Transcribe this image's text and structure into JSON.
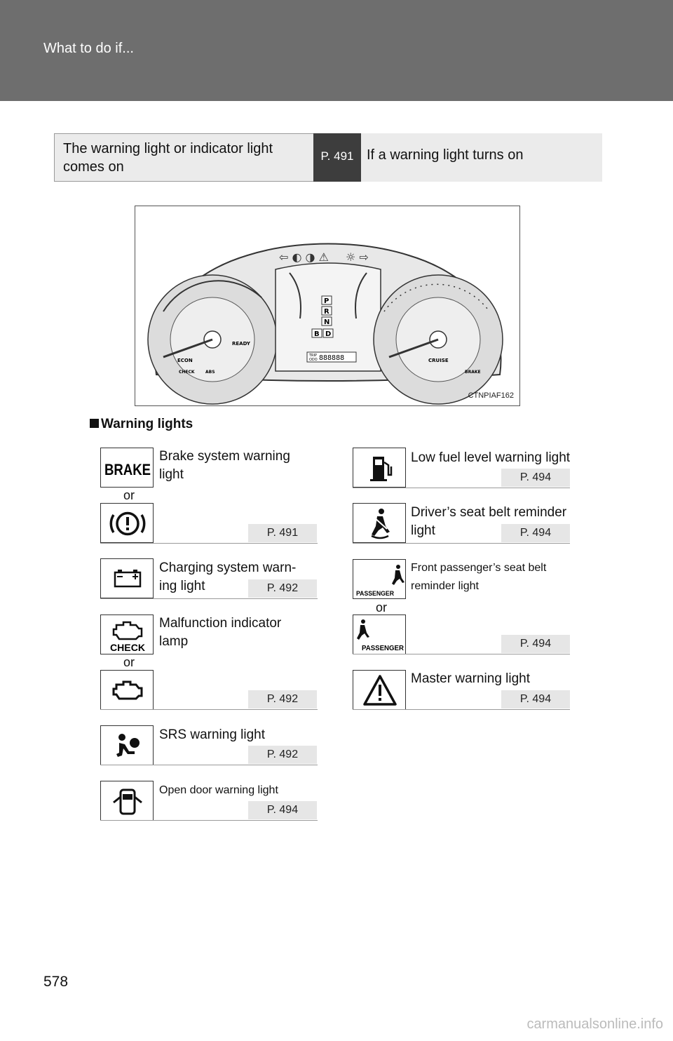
{
  "header": {
    "title": "What to do if..."
  },
  "nav": {
    "left_text": "The warning light or indicator light comes on",
    "page_ref": "P. 491",
    "right_text": "If a warning light turns on"
  },
  "figure": {
    "code": "CTNPIAF162",
    "gear_letters": [
      "P",
      "R",
      "N",
      "B",
      "D"
    ],
    "labels": [
      "ECON",
      "READY",
      "CHECK",
      "ABS",
      "CRUISE",
      "BRAKE",
      "TRIP",
      "ODO"
    ]
  },
  "section": {
    "title": "Warning lights"
  },
  "left_items": [
    {
      "icon": "brake-text-icon",
      "label": "Brake system warning light",
      "or": "or",
      "icon2": "brake-circle-icon",
      "ref": "P. 491"
    },
    {
      "icon": "battery-icon",
      "label": "Charging system warn-ing light",
      "ref": "P. 492"
    },
    {
      "icon": "engine-check-icon",
      "label": "Malfunction indicator lamp",
      "or": "or",
      "icon2": "engine-icon",
      "ref": "P. 492"
    },
    {
      "icon": "airbag-icon",
      "label": "SRS warning light",
      "ref": "P. 492"
    },
    {
      "icon": "open-door-icon",
      "label": "Open door warning light",
      "ref": "P. 494"
    }
  ],
  "right_items": [
    {
      "icon": "fuel-pump-icon",
      "label": "Low fuel level warning light",
      "ref": "P. 494"
    },
    {
      "icon": "seatbelt-icon",
      "label": "Driver’s seat belt reminder light",
      "ref": "P. 494"
    },
    {
      "icon": "passenger-seatbelt-icon",
      "label": "Front passenger’s seat belt reminder light",
      "or": "or",
      "icon2": "passenger-seatbelt-icon-alt",
      "ref": "P. 494"
    },
    {
      "icon": "warning-triangle-icon",
      "label": "Master warning light",
      "ref": "P. 494"
    }
  ],
  "brake_text": "BRAKE",
  "check_text": "CHECK",
  "passenger_text": "PASSENGER",
  "footer": {
    "page_number": "578",
    "watermark": "carmanualsonline.info"
  }
}
